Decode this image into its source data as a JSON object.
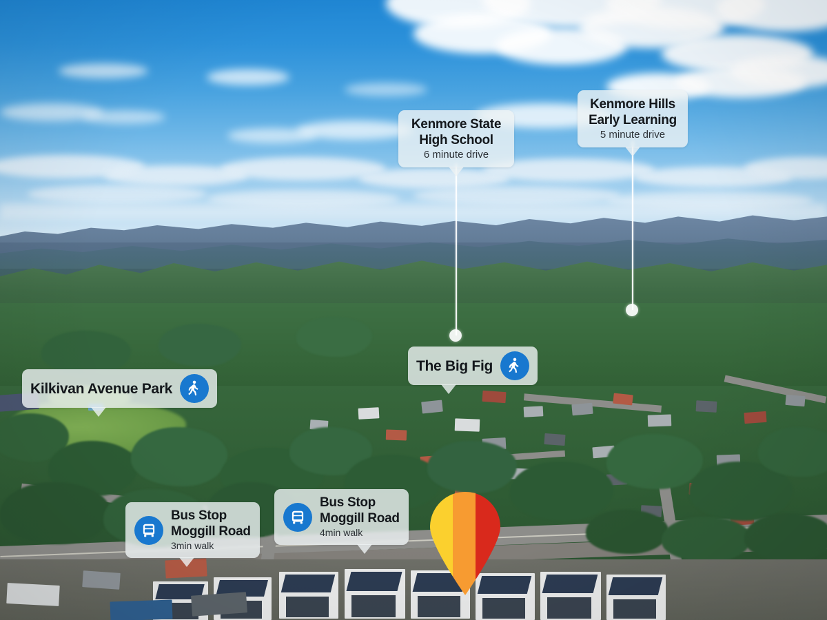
{
  "image": {
    "description": "Aerial photograph of a suburban Brisbane neighbourhood with annotated location callouts",
    "sky_color": "#2c91da",
    "accent_blue": "#1878cf"
  },
  "markers": [
    {
      "id": "kenmore-state-high-school",
      "title": "Kenmore State\nHigh School",
      "subtitle": "6 minute drive",
      "icon": "",
      "style": "center"
    },
    {
      "id": "kenmore-hills-early-learning",
      "title": "Kenmore Hills\nEarly Learning",
      "subtitle": "5 minute drive",
      "icon": "",
      "style": "center"
    },
    {
      "id": "the-big-fig",
      "title": "The Big Fig",
      "subtitle": "",
      "icon": "pedestrian-icon",
      "style": "row"
    },
    {
      "id": "kilkivan-avenue-park",
      "title": "Kilkivan Avenue Park",
      "subtitle": "",
      "icon": "pedestrian-icon",
      "style": "row"
    },
    {
      "id": "bus-stop-moggill-road-3min",
      "title": "Bus Stop\nMoggill Road",
      "subtitle": "3min walk",
      "icon": "bus-icon",
      "style": "row"
    },
    {
      "id": "bus-stop-moggill-road-4min",
      "title": "Bus Stop\nMoggill Road",
      "subtitle": "4min walk",
      "icon": "bus-icon",
      "style": "row"
    }
  ],
  "property_pin": {
    "id": "property-location-pin",
    "colors": [
      "#fbd02e",
      "#f79b31",
      "#d9291c"
    ],
    "label": ""
  }
}
